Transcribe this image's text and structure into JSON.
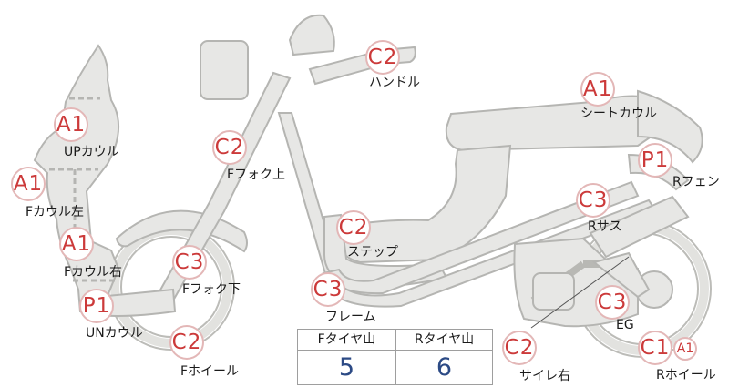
{
  "parts": [
    {
      "id": "handle",
      "grade": "C2",
      "label": "ハンドル"
    },
    {
      "id": "seat-cowl",
      "grade": "A1",
      "label": "シートカウル"
    },
    {
      "id": "up-cowl",
      "grade": "A1",
      "label": "UPカウル"
    },
    {
      "id": "f-fork-upper",
      "grade": "C2",
      "label": "Fフォク上"
    },
    {
      "id": "r-fender",
      "grade": "P1",
      "label": "Rフェン"
    },
    {
      "id": "f-cowl-left",
      "grade": "A1",
      "label": "Fカウル左"
    },
    {
      "id": "r-suspension",
      "grade": "C3",
      "label": "Rサス"
    },
    {
      "id": "step",
      "grade": "C2",
      "label": "ステップ"
    },
    {
      "id": "f-cowl-right",
      "grade": "A1",
      "label": "Fカウル右"
    },
    {
      "id": "f-fork-lower",
      "grade": "C3",
      "label": "Fフォク下"
    },
    {
      "id": "frame",
      "grade": "C3",
      "label": "フレーム"
    },
    {
      "id": "un-cowl",
      "grade": "P1",
      "label": "UNカウル"
    },
    {
      "id": "engine",
      "grade": "C3",
      "label": "EG"
    },
    {
      "id": "f-wheel",
      "grade": "C2",
      "label": "Fホイール"
    },
    {
      "id": "side-cover-right",
      "grade": "C2",
      "label": "サイレ右"
    },
    {
      "id": "r-wheel",
      "grade": "C1",
      "grade_secondary": "A1",
      "label": "Rホイール"
    }
  ],
  "tread_table": {
    "headers": [
      "Fタイヤ山",
      "Rタイヤ山"
    ],
    "values": [
      "5",
      "6"
    ]
  },
  "colors": {
    "part_fill": "#e7e7e5",
    "part_outline": "#b5b5b2",
    "grade_text": "#cc3a3a",
    "grade_border": "#e3b7b7",
    "table_value": "#2c4a85"
  }
}
